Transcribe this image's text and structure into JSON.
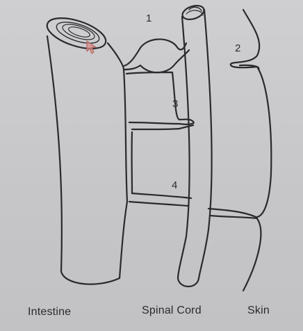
{
  "labels": {
    "n1": "1",
    "n2": "2",
    "n3": "3",
    "n4": "4",
    "intestine": "Intestine",
    "spinal_cord": "Spinal Cord",
    "skin": "Skin"
  },
  "colors": {
    "ink": "#2a2a2e",
    "paper": "#c9c9cb",
    "cursor": "#d78a86"
  },
  "icons": {
    "cursor": "pointer-arrow-icon"
  }
}
